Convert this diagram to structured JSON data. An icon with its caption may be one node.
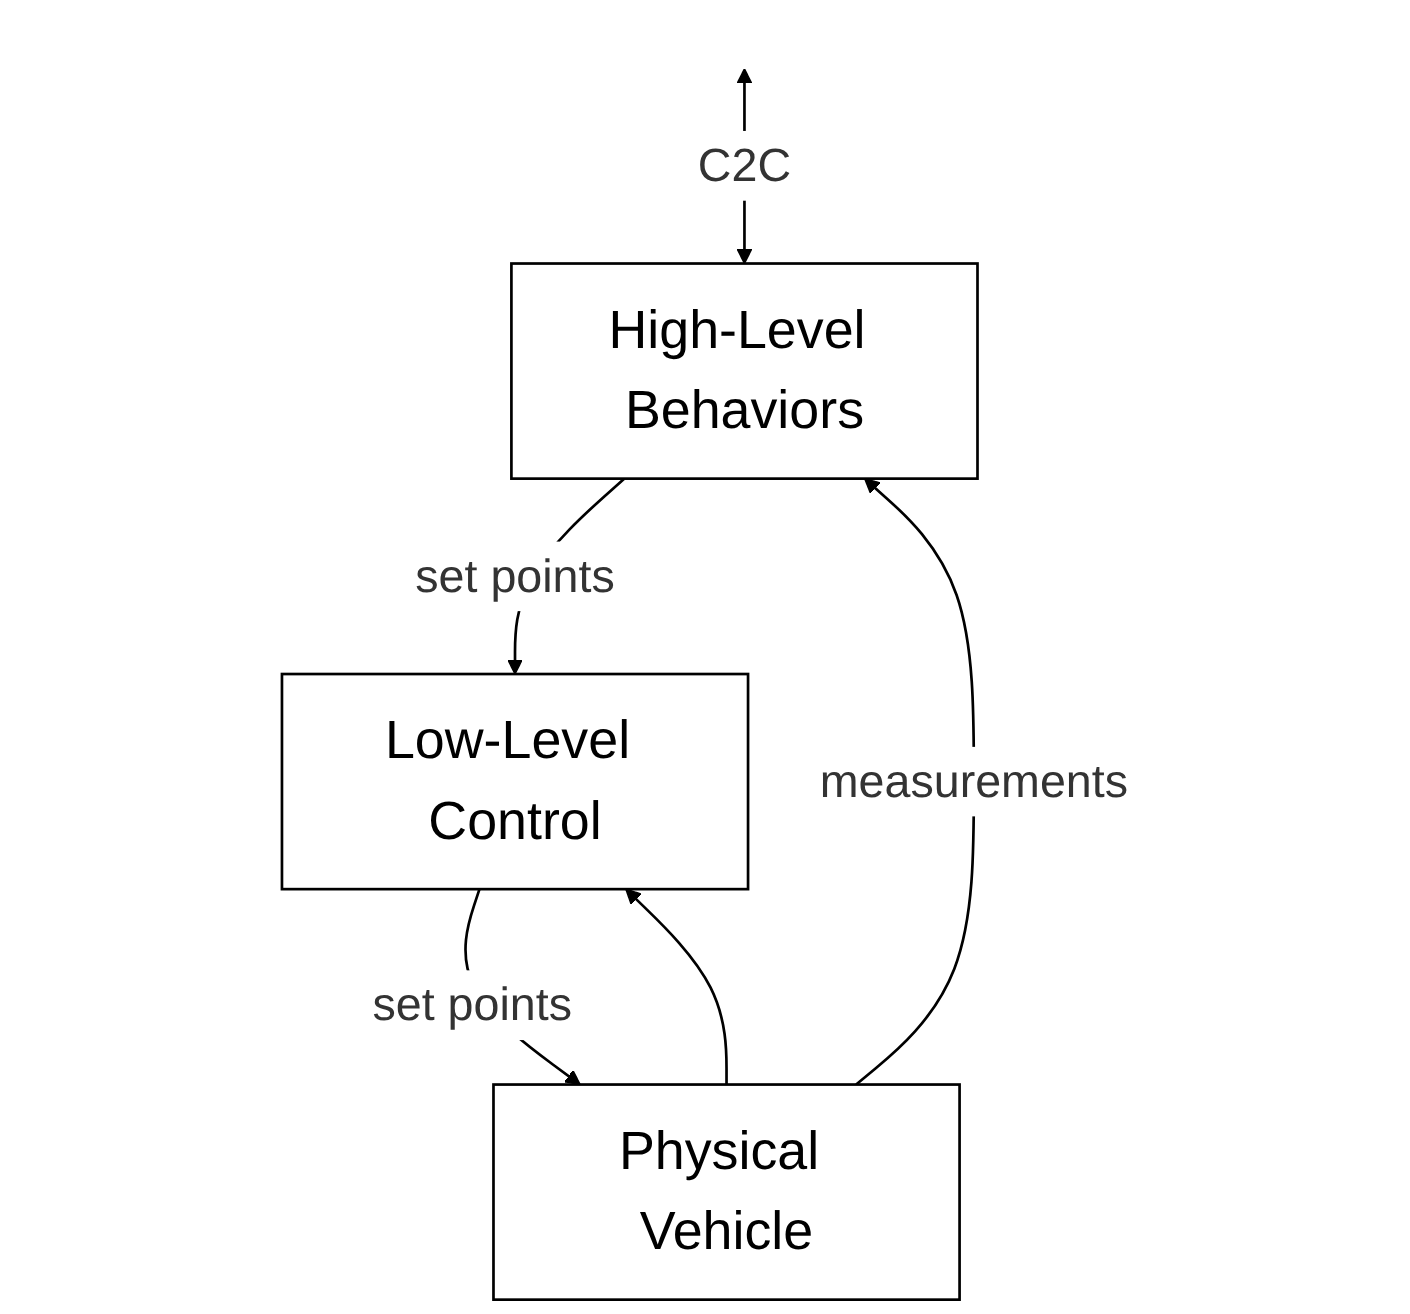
{
  "diagram": {
    "nodes": [
      {
        "text": [
          "High-Level Behaviors"
        ]
      },
      {
        "text": [
          "Low-Level Control"
        ]
      },
      {
        "text": [
          "Physical Vehicle"
        ]
      }
    ],
    "edges": [
      {
        "from": null,
        "to": 0,
        "arrow": "both",
        "label": "C2C"
      },
      {
        "from": 0,
        "to": 1,
        "arrow": "to",
        "label": "set points"
      },
      {
        "from": 1,
        "to": 2,
        "arrow": "to",
        "label": "set points"
      },
      {
        "from": 2,
        "to": 0,
        "arrow": "to",
        "label": "measurements"
      },
      {
        "from": 2,
        "to": 1,
        "arrow": "to"
      }
    ]
  }
}
